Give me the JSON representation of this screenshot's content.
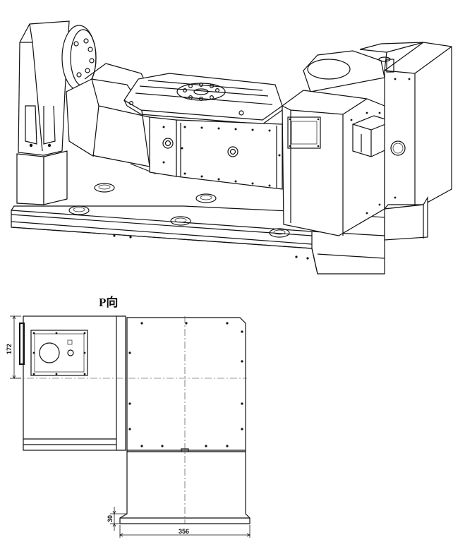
{
  "view_label": "P向",
  "dimensions": {
    "height_172": "172",
    "height_30": "30",
    "width_356": "356"
  }
}
